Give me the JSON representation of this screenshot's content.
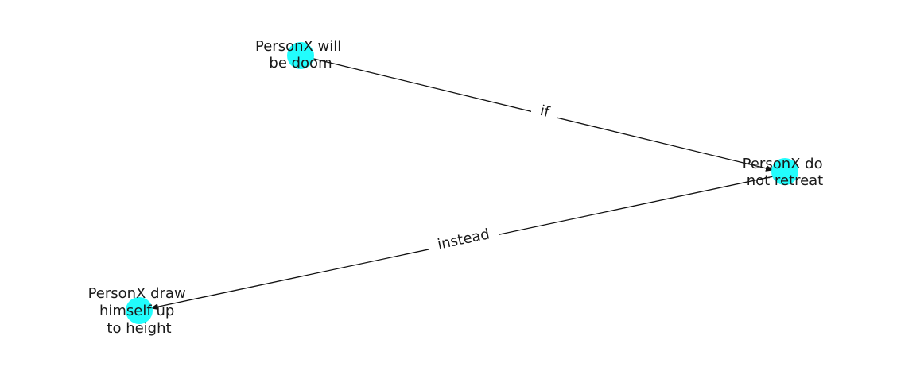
{
  "colors": {
    "node_fill": "#22fdfd",
    "edge": "#111111",
    "text": "#1a1a1a",
    "background": "#ffffff"
  },
  "nodes": [
    {
      "id": "will_be_doom",
      "label_lines": [
        "PersonX will",
        "be doom"
      ]
    },
    {
      "id": "do_not_retreat",
      "label_lines": [
        "PersonX do",
        "not retreat"
      ]
    },
    {
      "id": "draw_himself",
      "label_lines": [
        "PersonX draw",
        "himself up",
        "to height"
      ]
    }
  ],
  "edges": [
    {
      "from": "will_be_doom",
      "to": "do_not_retreat",
      "label": "if"
    },
    {
      "from": "do_not_retreat",
      "to": "draw_himself",
      "label": "instead"
    }
  ]
}
